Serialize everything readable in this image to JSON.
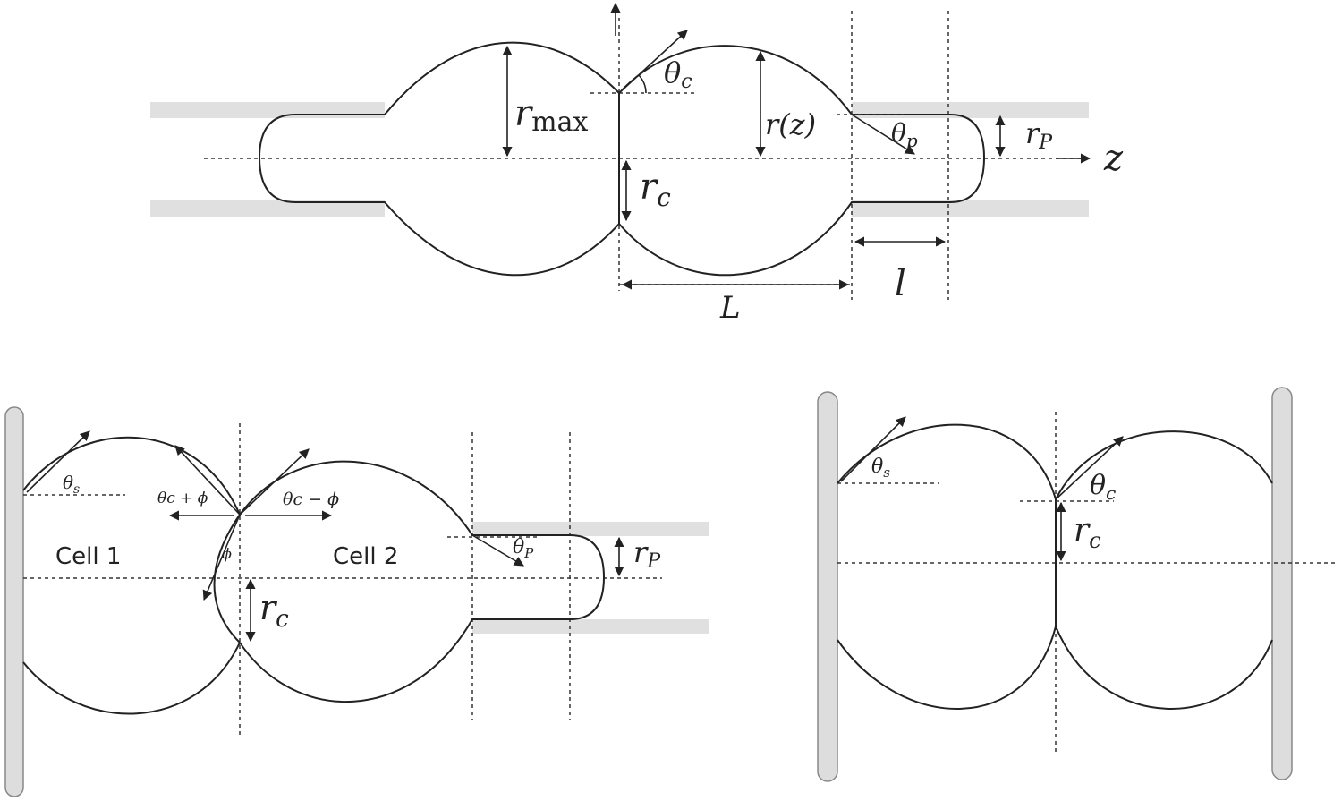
{
  "top": {
    "r_max": {
      "base": "r",
      "sub": "max"
    },
    "theta_c": {
      "base": "θ",
      "sub": "c"
    },
    "r_z": "r(z)",
    "theta_p": {
      "base": "θ",
      "sub": "p"
    },
    "r_p": {
      "base": "r",
      "sub": "P"
    },
    "z_axis": "z",
    "r_c": {
      "base": "r",
      "sub": "c"
    },
    "L": "L",
    "l": "l"
  },
  "bottom_left": {
    "cell1": "Cell 1",
    "cell2": "Cell 2",
    "theta_s": {
      "base": "θ",
      "sub": "s"
    },
    "theta_c_plus_phi": "θc + ϕ",
    "theta_c_minus_phi": "θc − ϕ",
    "phi": "ϕ",
    "theta_p": {
      "base": "θ",
      "sub": "P"
    },
    "r_p": {
      "base": "r",
      "sub": "P"
    },
    "r_c": {
      "base": "r",
      "sub": "c"
    }
  },
  "bottom_right": {
    "theta_s": {
      "base": "θ",
      "sub": "s"
    },
    "theta_c": {
      "base": "θ",
      "sub": "c"
    },
    "r_c": {
      "base": "r",
      "sub": "c"
    }
  }
}
